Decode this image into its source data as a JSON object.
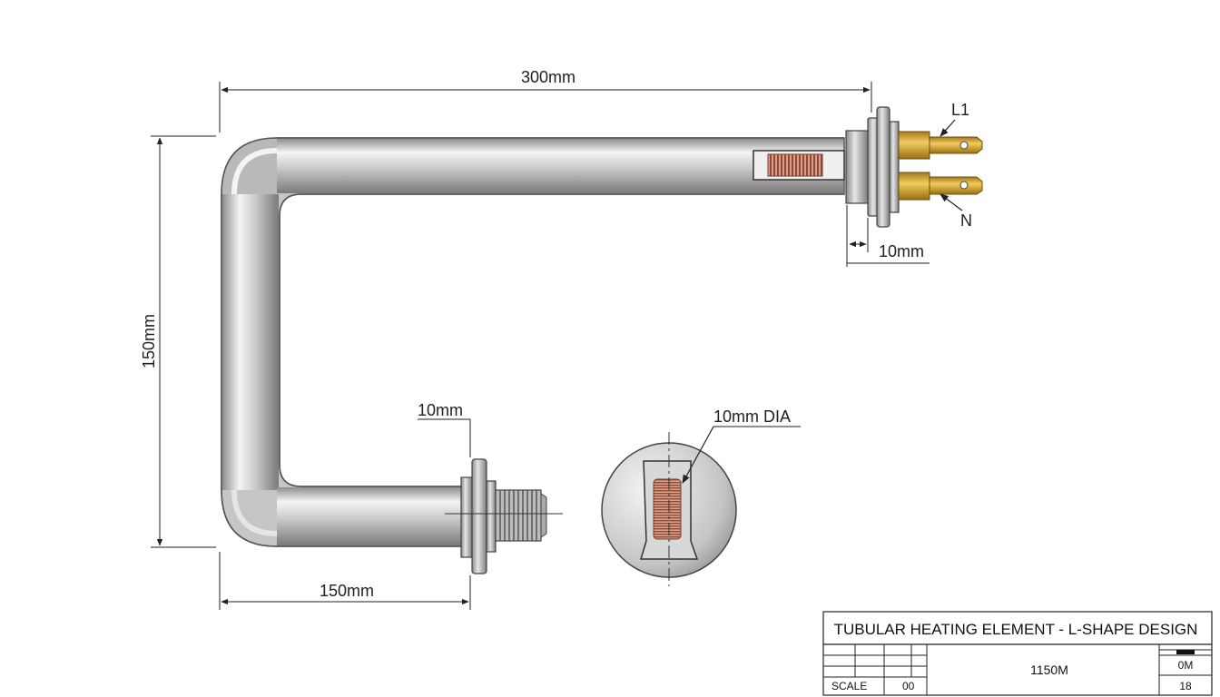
{
  "dimensions": {
    "top_length": "300mm",
    "vertical_height": "150mm",
    "bottom_length": "150mm",
    "flange_thickness_top": "10mm",
    "flange_thickness_bottom": "10mm",
    "diameter": "10mm DIA"
  },
  "terminals": {
    "line": "L1",
    "neutral": "N"
  },
  "title_block": {
    "title": "TUBULAR HEATING ELEMENT - L-SHAPE DESIGN",
    "scale_label": "SCALE",
    "scale_value": "00",
    "drawing_number": "1150M",
    "right_top": "0M",
    "right_bottom": "18"
  },
  "colors": {
    "tube_metal": "#c9c9c9",
    "brass_terminal": "#d4a72c",
    "copper_coil": "#b06a55",
    "line": "#222222"
  }
}
